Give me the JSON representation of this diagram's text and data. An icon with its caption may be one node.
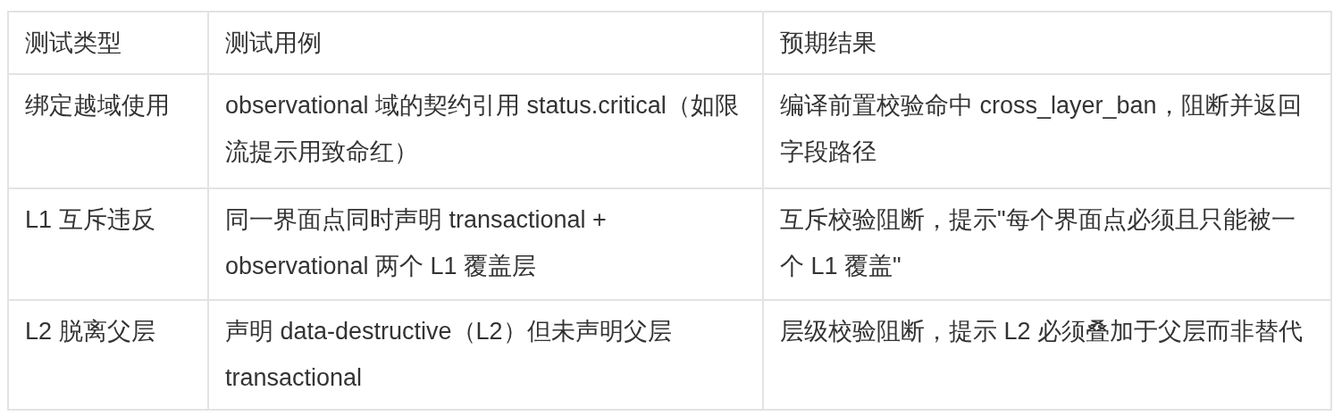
{
  "diagram": {
    "labels": [
      "测试类型",
      "测试用例",
      "预期结果",
      "绑定越域使用",
      "observational 域的契约引用 status.critical（如限流提示用致命红）",
      "编译前置校验命中 cross_layer_ban，阻断并返回字段路径",
      "L1 互斥违反",
      "同一界面点同时声明 transactional + observational 两个 L1 覆盖层",
      "互斥校验阻断，提示\"每个界面点必须且只能被一个 L1 覆盖\"",
      "L2 脱离父层",
      "声明 data-destructive（L2）但未声明父层 transactional",
      "层级校验阻断，提示 L2 必须叠加于父层而非替代"
    ]
  }
}
